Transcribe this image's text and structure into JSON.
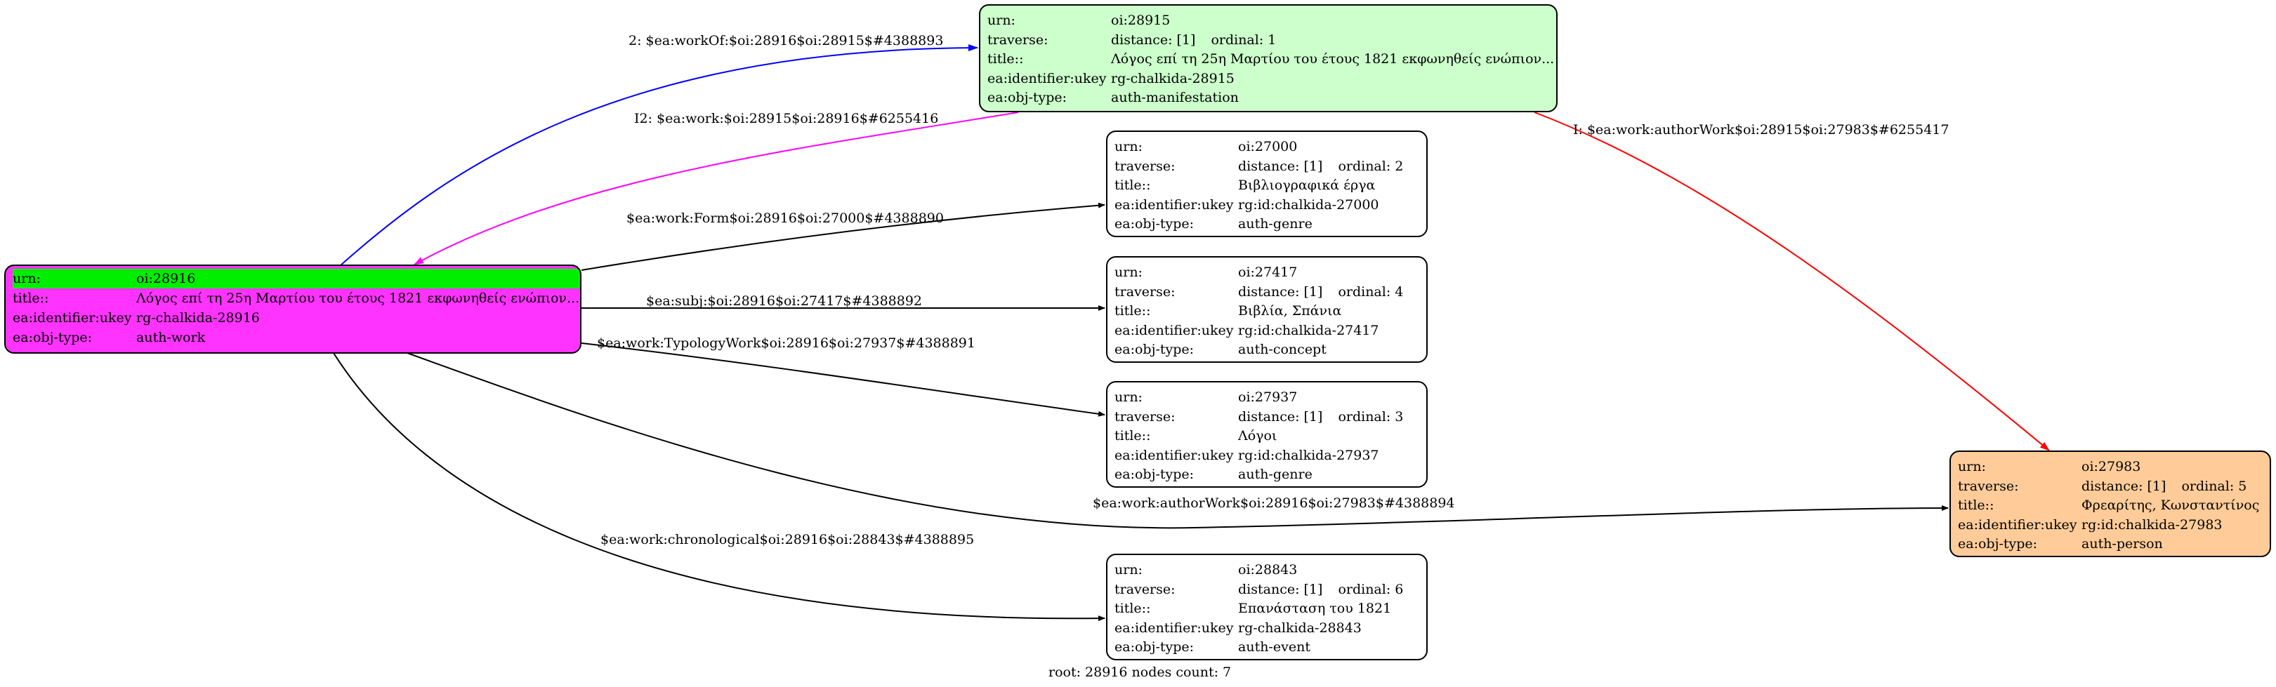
{
  "root": {
    "urn_label": "urn:",
    "urn": "oi:28916",
    "title_label": "title::",
    "title": "Λόγος επί τη 25η Μαρτίου του έτους 1821 εκφωνηθείς ενώπιον...",
    "ukey_label": "ea:identifier:ukey",
    "ukey": "rg-chalkida-28916",
    "type_label": "ea:obj-type:",
    "type": "auth-work"
  },
  "nodes": {
    "n28915": {
      "urn_label": "urn:",
      "urn": "oi:28915",
      "traverse_label": "traverse:",
      "distance": "distance: [1]",
      "ordinal": "ordinal: 1",
      "title_label": "title::",
      "title": "Λόγος επί τη 25η Μαρτίου του έτους 1821 εκφωνηθείς ενώπιον...",
      "ukey_label": "ea:identifier:ukey",
      "ukey": "rg-chalkida-28915",
      "type_label": "ea:obj-type:",
      "type": "auth-manifestation",
      "color": "#ccffcc"
    },
    "n27000": {
      "urn_label": "urn:",
      "urn": "oi:27000",
      "traverse_label": "traverse:",
      "distance": "distance: [1]",
      "ordinal": "ordinal: 2",
      "title_label": "title::",
      "title": "Βιβλιογραφικά έργα",
      "ukey_label": "ea:identifier:ukey",
      "ukey": "rg:id:chalkida-27000",
      "type_label": "ea:obj-type:",
      "type": "auth-genre",
      "color": "#ffffff"
    },
    "n27417": {
      "urn_label": "urn:",
      "urn": "oi:27417",
      "traverse_label": "traverse:",
      "distance": "distance: [1]",
      "ordinal": "ordinal: 4",
      "title_label": "title::",
      "title": "Βιβλία, Σπάνια",
      "ukey_label": "ea:identifier:ukey",
      "ukey": "rg:id:chalkida-27417",
      "type_label": "ea:obj-type:",
      "type": "auth-concept",
      "color": "#ffffff"
    },
    "n27937": {
      "urn_label": "urn:",
      "urn": "oi:27937",
      "traverse_label": "traverse:",
      "distance": "distance: [1]",
      "ordinal": "ordinal: 3",
      "title_label": "title::",
      "title": "Λόγοι",
      "ukey_label": "ea:identifier:ukey",
      "ukey": "rg:id:chalkida-27937",
      "type_label": "ea:obj-type:",
      "type": "auth-genre",
      "color": "#ffffff"
    },
    "n28843": {
      "urn_label": "urn:",
      "urn": "oi:28843",
      "traverse_label": "traverse:",
      "distance": "distance: [1]",
      "ordinal": "ordinal: 6",
      "title_label": "title::",
      "title": "Επανάσταση του 1821",
      "ukey_label": "ea:identifier:ukey",
      "ukey": "rg-chalkida-28843",
      "type_label": "ea:obj-type:",
      "type": "auth-event",
      "color": "#ffffff"
    },
    "n27983": {
      "urn_label": "urn:",
      "urn": "oi:27983",
      "traverse_label": "traverse:",
      "distance": "distance: [1]",
      "ordinal": "ordinal: 5",
      "title_label": "title::",
      "title": "Φρεαρίτης, Κωνσταντίνος",
      "ukey_label": "ea:identifier:ukey",
      "ukey": "rg:id:chalkida-27983",
      "type_label": "ea:obj-type:",
      "type": "auth-person",
      "color": "#ffcc99"
    }
  },
  "edges": {
    "workOf": "2: $ea:workOf:$oi:28916$oi:28915$#4388893",
    "work_back": "I2: $ea:work:$oi:28915$oi:28916$#6255416",
    "authorWork_28915": "I: $ea:work:authorWork$oi:28915$oi:27983$#6255417",
    "form": "$ea:work:Form$oi:28916$oi:27000$#4388890",
    "subj": "$ea:subj:$oi:28916$oi:27417$#4388892",
    "typology": "$ea:work:TypologyWork$oi:28916$oi:27937$#4388891",
    "authorWork": "$ea:work:authorWork$oi:28916$oi:27983$#4388894",
    "chronological": "$ea:work:chronological$oi:28916$oi:28843$#4388895"
  },
  "edge_colors": {
    "blue": "#0000ff",
    "magenta": "#ff00ff",
    "red": "#ff0000",
    "black": "#000000"
  },
  "footer": "root: 28916 nodes count: 7"
}
